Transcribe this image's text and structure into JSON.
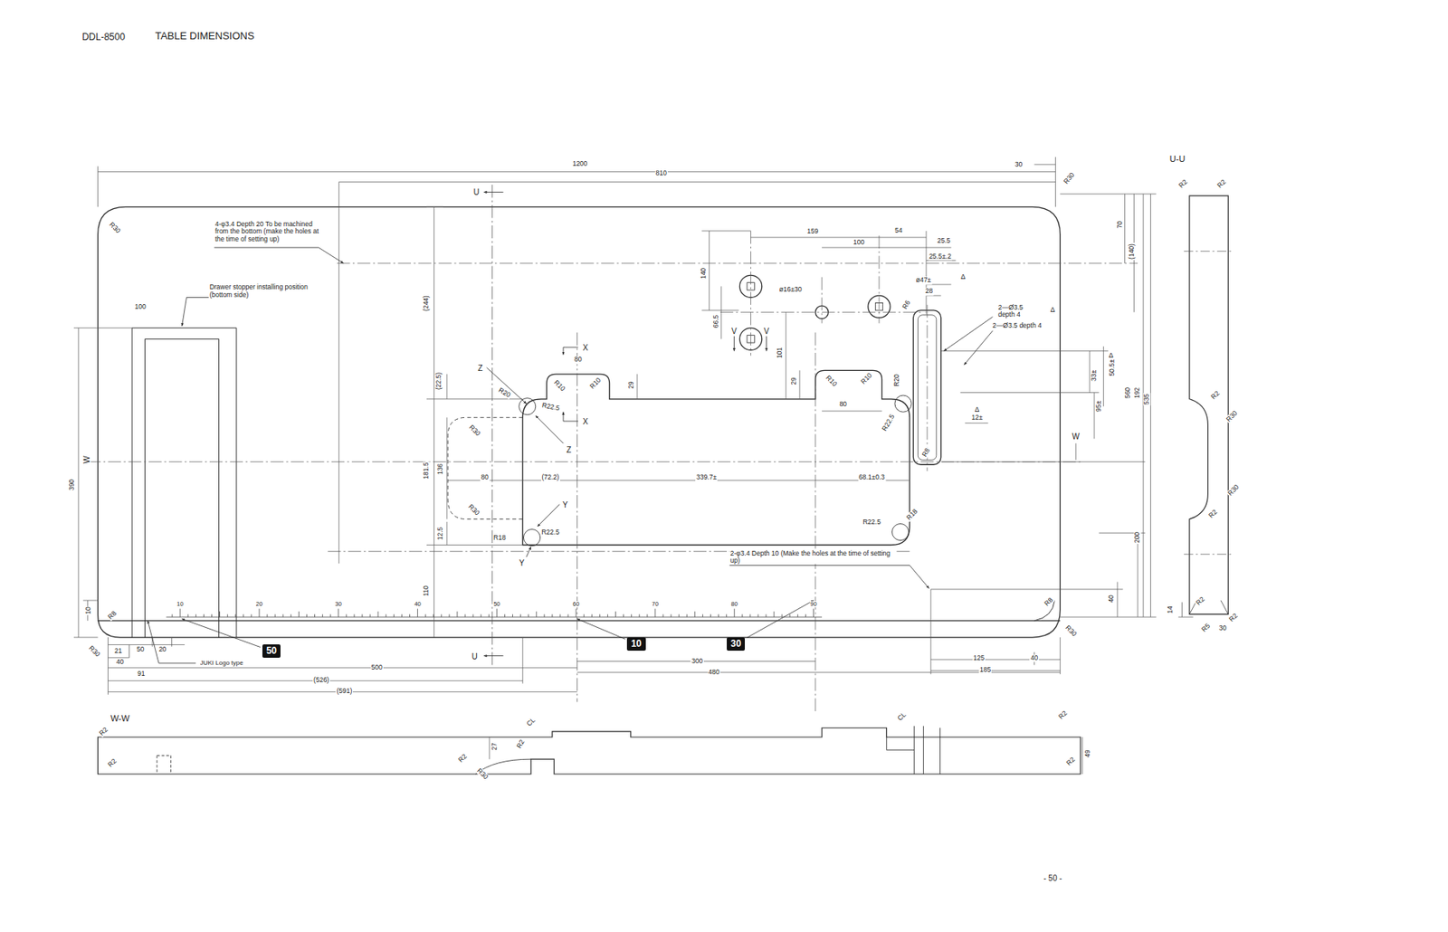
{
  "diagram": {
    "title": "TABLE DIMENSIONS",
    "nodes": [
      {
        "text": [
          "50"
        ]
      },
      {
        "text": [
          "10"
        ]
      },
      {
        "text": [
          "30"
        ]
      }
    ],
    "labels": [
      "DDL-8500",
      "- 50 -",
      "U-U",
      "W-W",
      "1200",
      "810",
      "30",
      "R30",
      "R30",
      "4-φ3.4 Depth 20 To be machined from the bottom (make the holes at the time of setting up)",
      "Drawer stopper installing position (bottom side)",
      "100",
      "U",
      "U",
      "(244)",
      "159",
      "54",
      "100",
      "25.5",
      "25.5±.2",
      "ø47±",
      "28",
      "140",
      "66.5",
      "ø16±30",
      "V",
      "V",
      "101",
      "X",
      "X",
      "80",
      "R10",
      "R10",
      "29",
      "29",
      "R10",
      "R10",
      "R20",
      "Z",
      "Z",
      "R20",
      "R22.5",
      "R30",
      "(22.5)",
      "80",
      "R22.5",
      "R6",
      "2—Ø3.5 depth 4",
      "2—Ø3.5 depth 4",
      "Δ",
      "Δ",
      "Δ",
      "Δ",
      "70",
      "(140)",
      "33±",
      "50.5±",
      "95±",
      "560",
      "192",
      "535",
      "200",
      "12±",
      "W",
      "W",
      "390",
      "181.5",
      "136",
      "80",
      "(72.2)",
      "339.7±",
      "68.1±0.3",
      "Y",
      "Y",
      "R30",
      "R18",
      "R22.5",
      "12.5",
      "110",
      "R22.5",
      "R18",
      "R8",
      "2-φ3.4 Depth 10 (Make the holes at the time of setting up)",
      "40",
      "R8",
      "R30",
      "10",
      "R30",
      "R8",
      "21",
      "50",
      "20",
      "40",
      "91",
      "500",
      "(526)",
      "(591)",
      "300",
      "480",
      "125",
      "40",
      "185",
      "JUKI Logo type",
      "10",
      "20",
      "30",
      "40",
      "50",
      "60",
      "70",
      "80",
      "90",
      "R2",
      "R2",
      "R2",
      "R30",
      "R30",
      "R2",
      "R2",
      "R2",
      "14",
      "R5",
      "30",
      "R2",
      "R2",
      "CL",
      "27",
      "R2",
      "R2",
      "R30",
      "CL",
      "R2",
      "49",
      "R2"
    ]
  }
}
